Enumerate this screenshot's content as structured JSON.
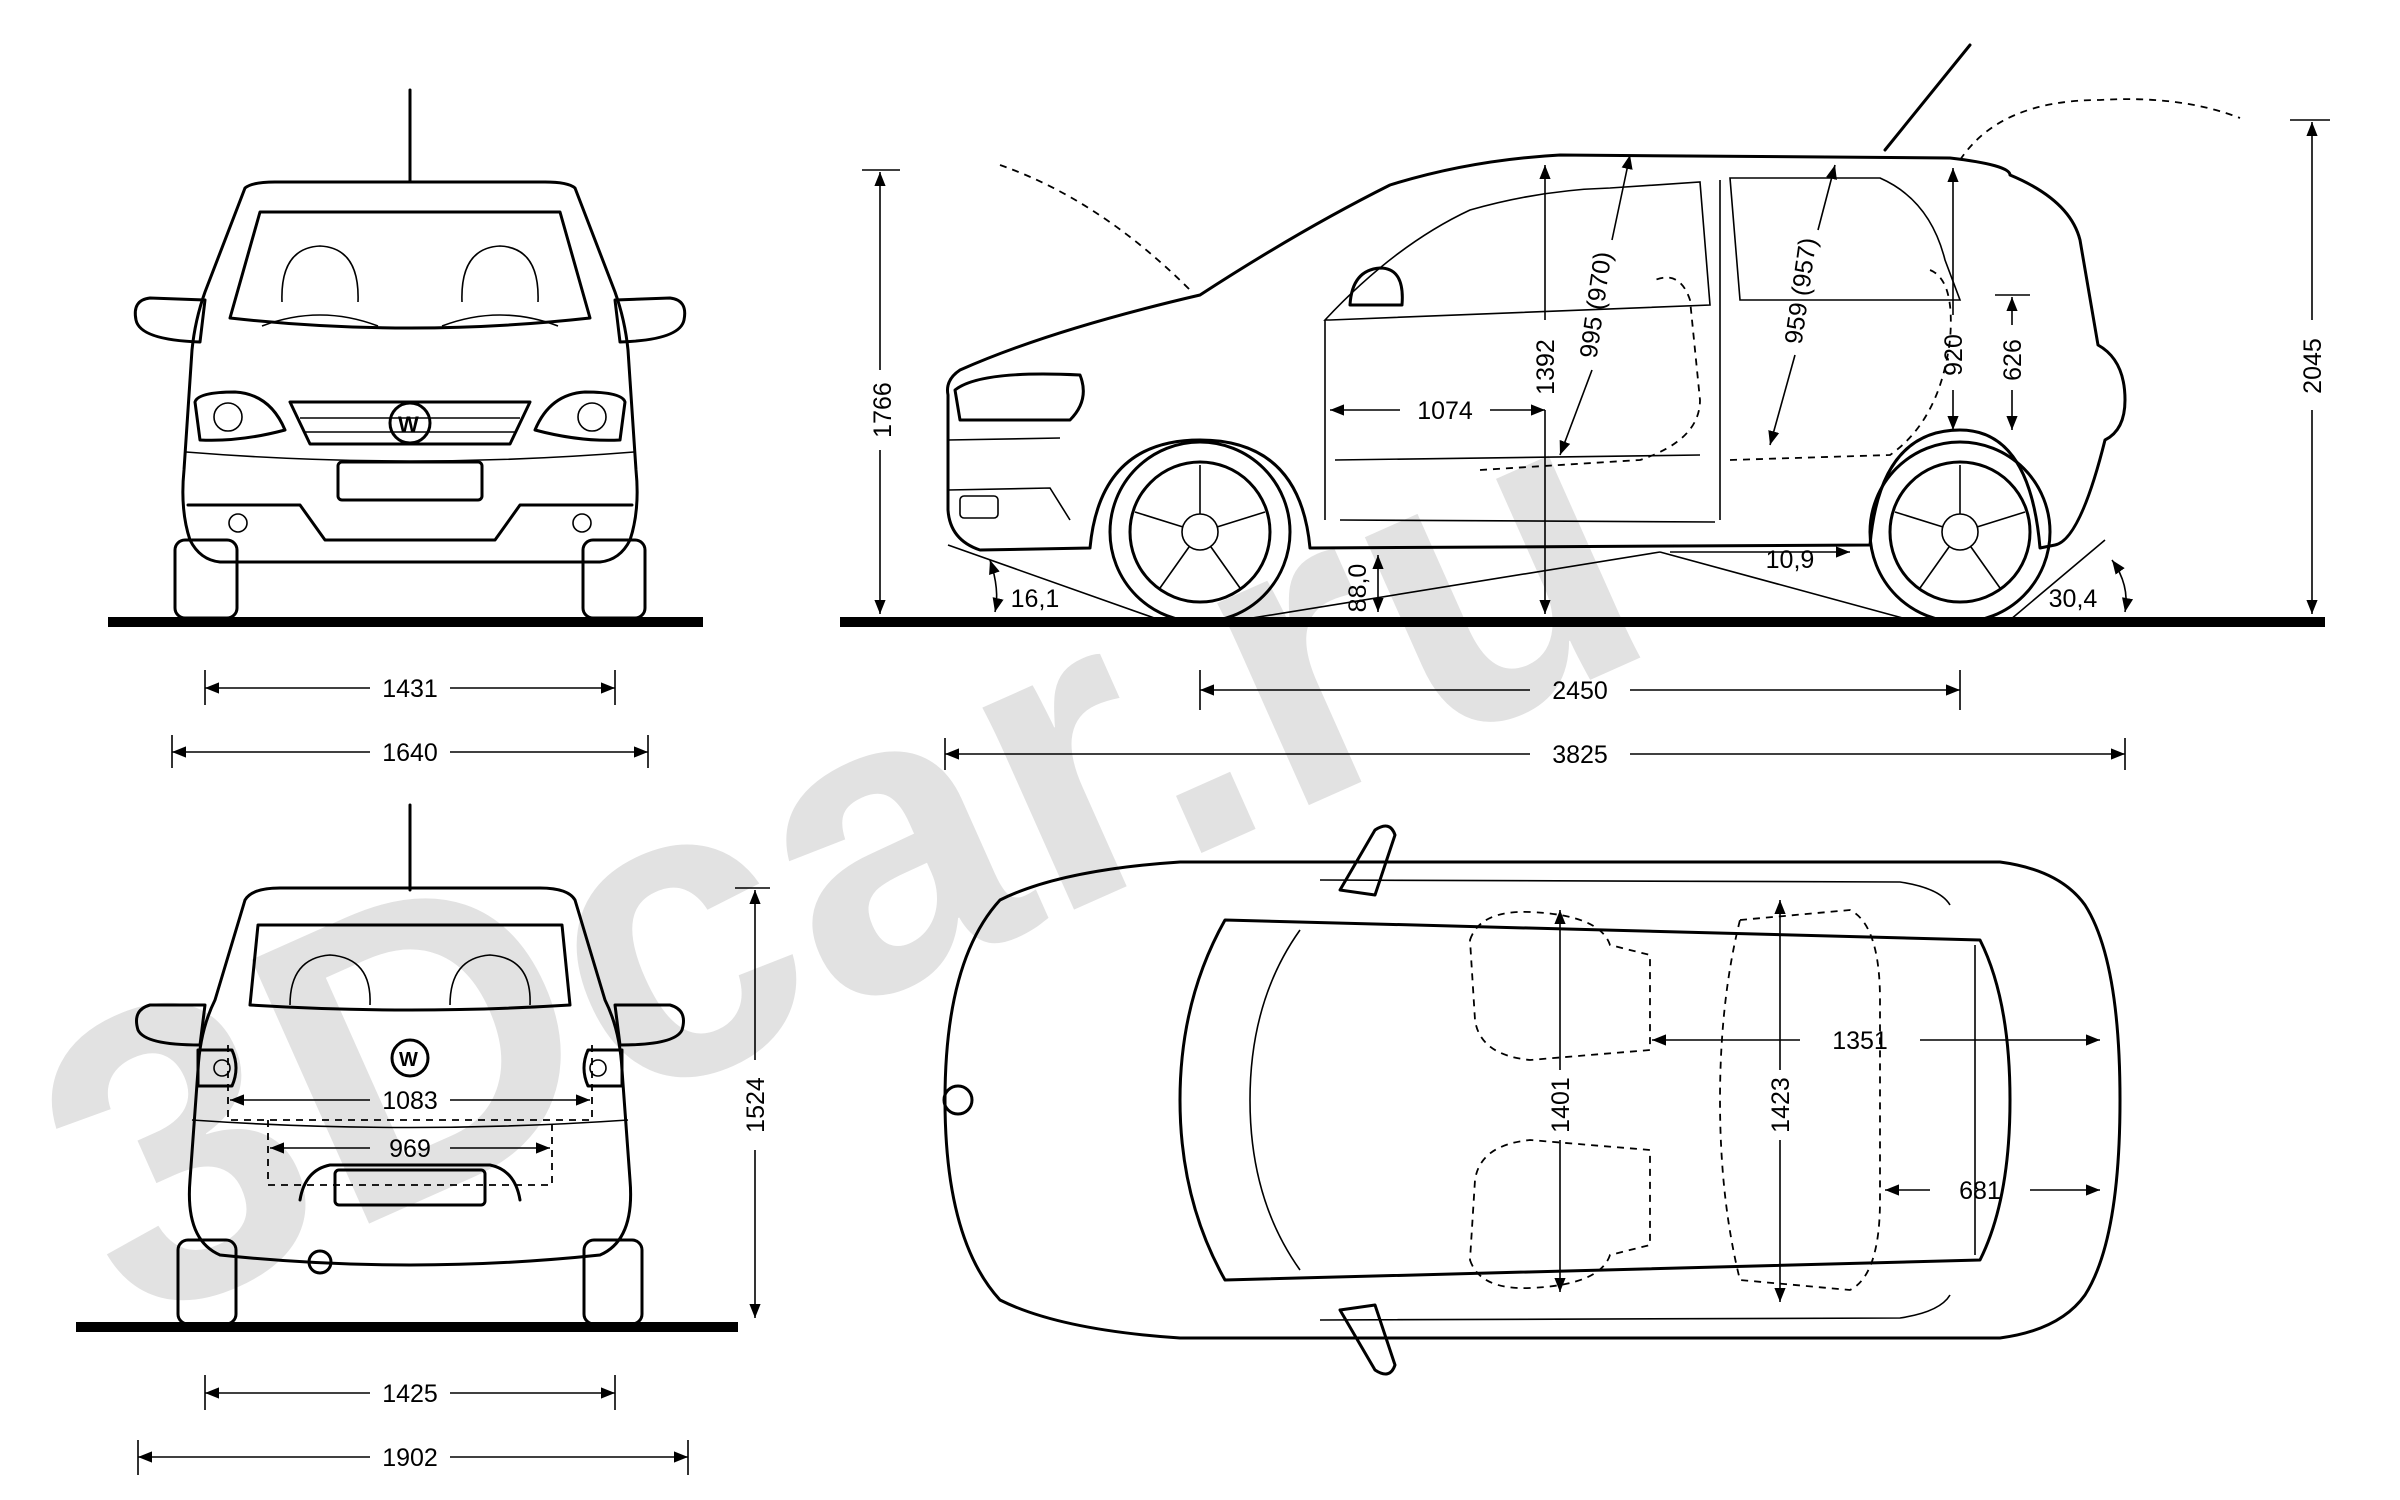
{
  "watermark": "3Dcar.ru",
  "views": {
    "front": {
      "track_label": "1431",
      "width_label": "1640"
    },
    "side": {
      "height_label": "1766",
      "height_open_label": "2045",
      "rear_seat_headroom_label": "995 (970)",
      "front_seat_headroom_label": "959 (957)",
      "cabin_height_label": "1392",
      "seat_to_pedal_label": "1074",
      "boot_height_label": "920",
      "boot_opening_label": "626",
      "approach_angle_label": "16,1",
      "clearance_label": "88,0",
      "ramp_angle_label": "10,9",
      "departure_angle_label": "30,4",
      "wheelbase_label": "2450",
      "length_label": "3825"
    },
    "rear": {
      "boot_width_label": "1083",
      "boot_opening_label": "969",
      "height_label": "1524",
      "track_label": "1425",
      "mirror_width_label": "1902"
    },
    "top": {
      "rear_width_label": "1401",
      "front_width_label": "1423",
      "cabin_length_label": "1351",
      "boot_length_label": "681"
    }
  }
}
